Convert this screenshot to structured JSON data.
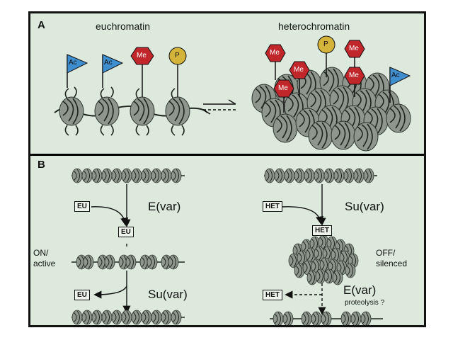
{
  "panelA": {
    "label": "A",
    "euchromatin": "euchromatin",
    "heterochromatin": "heterochromatin",
    "marks": {
      "acetyl": "Ac",
      "methyl": "Me",
      "phospho": "P"
    }
  },
  "panelB": {
    "label": "B",
    "eu_box": "EU",
    "het_box": "HET",
    "evar": "E(var)",
    "suvar": "Su(var)",
    "on_line1": "ON/",
    "on_line2": "active",
    "off_line1": "OFF/",
    "off_line2": "silenced",
    "proteolysis": "proteolysis ?"
  },
  "colors": {
    "background": "#dde9dc",
    "nucleosome": "#8e968e",
    "acetyl_flag": "#3f8ed0",
    "methyl_hex": "#c0262a",
    "phospho_circle": "#d4b33a"
  }
}
